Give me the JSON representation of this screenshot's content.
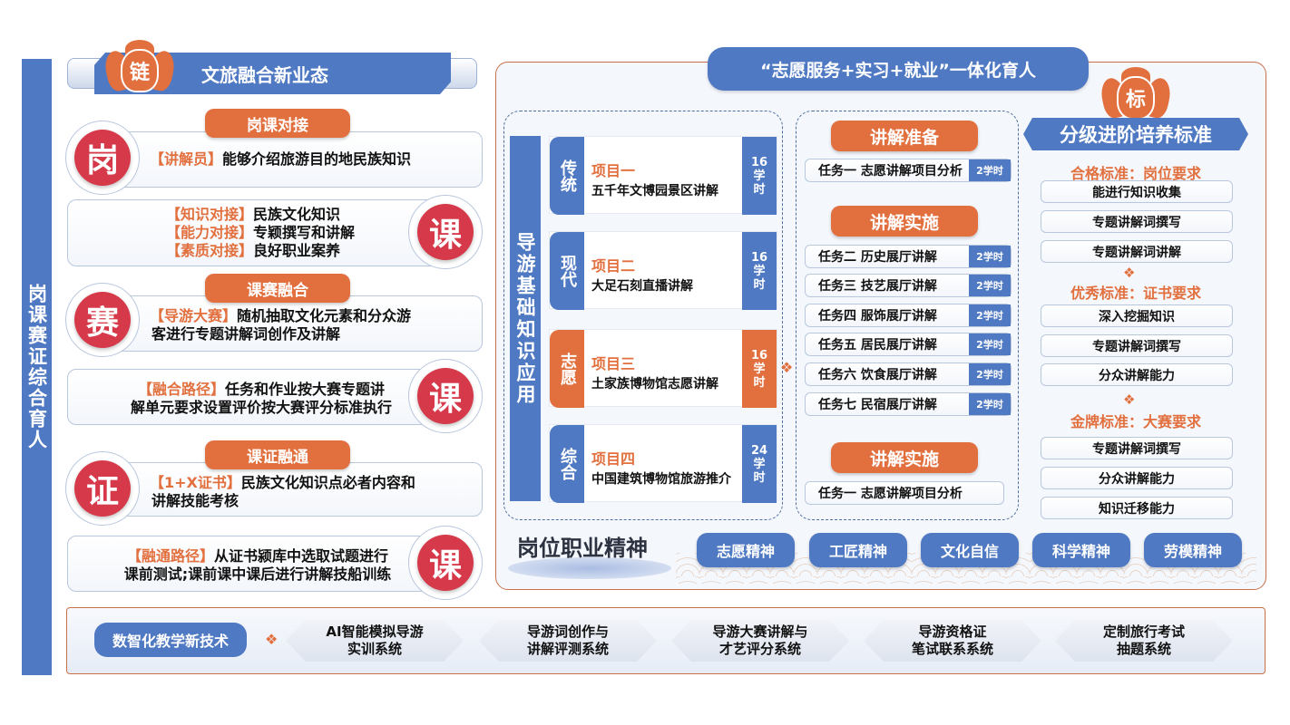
{
  "side_label": "岗课赛证综合育人",
  "left": {
    "header": {
      "badge": "链",
      "title": "文旅融合新业态"
    },
    "sections": [
      {
        "pill": "岗课对接",
        "top_card": {
          "badge": "岗",
          "lines": [
            {
              "hl": "【讲解员】",
              "text": "能够介绍旅游目的地民族知识"
            }
          ]
        },
        "bottom_card": {
          "badge": "课",
          "lines": [
            {
              "hl": "【知识对接】",
              "text": "民族文化知识"
            },
            {
              "hl": "【能力对接】",
              "text": "专颖撰写和讲解"
            },
            {
              "hl": "【素质对接】",
              "text": "良好职业案养"
            }
          ]
        }
      },
      {
        "pill": "课赛融合",
        "top_card": {
          "badge": "赛",
          "hl": "【导游大赛】",
          "text1": "随机抽取文化元素和分众游",
          "text2": "客进行专题讲解词创作及讲解"
        },
        "bottom_card": {
          "badge": "课",
          "hl": "【融合路径】",
          "text1": "任务和作业按大赛专题讲",
          "text2": "解单元要求设置评价按大赛评分标准执行"
        }
      },
      {
        "pill": "课证融通",
        "top_card": {
          "badge": "证",
          "hl": "【1+X证书】",
          "text1": "民族文化知识点必者内容和",
          "text2": "讲解技能考核"
        },
        "bottom_card": {
          "badge": "课",
          "hl": "【融通路径】",
          "text1": "从证书颍库中选取试题进行",
          "text2": "课前测试;课前课中课后进行讲解技船训练"
        }
      }
    ]
  },
  "right": {
    "title": "“志愿服务+实习+就业”一体化育人",
    "column_label": "导游基础知识应用",
    "projects": [
      {
        "tag": "传统",
        "name": "项目一",
        "desc": "五千年文博园景区讲解",
        "hours_num": "16",
        "hours_unit1": "学",
        "hours_unit2": "时",
        "accent": "#4f79c2"
      },
      {
        "tag": "现代",
        "name": "项目二",
        "desc": "大足石刻直播讲解",
        "hours_num": "16",
        "hours_unit1": "学",
        "hours_unit2": "时",
        "accent": "#4f79c2"
      },
      {
        "tag": "志愿",
        "name": "项目三",
        "desc": "土家族博物馆志愿讲解",
        "hours_num": "16",
        "hours_unit1": "学",
        "hours_unit2": "时",
        "accent": "#e2703f"
      },
      {
        "tag": "综合",
        "name": "项目四",
        "desc": "中国建筑博物馆旅游推介",
        "hours_num": "24",
        "hours_unit1": "学",
        "hours_unit2": "时",
        "accent": "#4f79c2"
      }
    ],
    "task_groups": [
      {
        "pill": "讲解准备",
        "tasks": [
          {
            "name": "任务一 志愿讲解项目分析",
            "hours": "2学时"
          }
        ]
      },
      {
        "pill": "讲解实施",
        "tasks": [
          {
            "name": "任务二 历史展厅讲解",
            "hours": "2学时"
          },
          {
            "name": "任务三 技艺展厅讲解",
            "hours": "2学时"
          },
          {
            "name": "任务四 服饰展厅讲解",
            "hours": "2学时"
          },
          {
            "name": "任务五 居民展厅讲解",
            "hours": "2学时"
          },
          {
            "name": "任务六 饮食展厅讲解",
            "hours": "2学时"
          },
          {
            "name": "任务七 民宿展厅讲解",
            "hours": "2学时"
          }
        ]
      },
      {
        "pill": "讲解实施",
        "tasks": [
          {
            "name": "任务一 志愿讲解项目分析",
            "hours": ""
          }
        ]
      }
    ],
    "standards": {
      "badge": "标",
      "title": "分级进阶培养标准",
      "levels": [
        {
          "label": "合格标准：岗位要求",
          "items": [
            "能进行知识收集",
            "专题讲解词撰写",
            "专题讲解词讲解"
          ]
        },
        {
          "label": "优秀标准：证书要求",
          "items": [
            "深入挖掘知识",
            "专题讲解词撰写",
            "分众讲解能力"
          ]
        },
        {
          "label": "金牌标准：大赛要求",
          "items": [
            "专题讲解词撰写",
            "分众讲解能力",
            "知识迁移能力"
          ]
        }
      ]
    },
    "spirit": {
      "title": "岗位职业精神",
      "items": [
        "志愿精神",
        "工匠精神",
        "文化自信",
        "科学精神",
        "劳模精神"
      ]
    }
  },
  "bottom": {
    "tag": "数智化教学新技术",
    "systems": [
      {
        "line1": "AI智能模拟导游",
        "line2": "实训系统"
      },
      {
        "line1": "导游词创作与",
        "line2": "讲解评测系统"
      },
      {
        "line1": "导游大赛讲解与",
        "line2": "才艺评分系统"
      },
      {
        "line1": "导游资格证",
        "line2": "笔试联系系统"
      },
      {
        "line1": "定制旅行考试",
        "line2": "抽题系统"
      }
    ]
  },
  "colors": {
    "primary_blue": "#4f79c2",
    "accent_orange": "#e2703f",
    "badge_red": "#d63a4a",
    "panel_border": "#c9704a"
  }
}
